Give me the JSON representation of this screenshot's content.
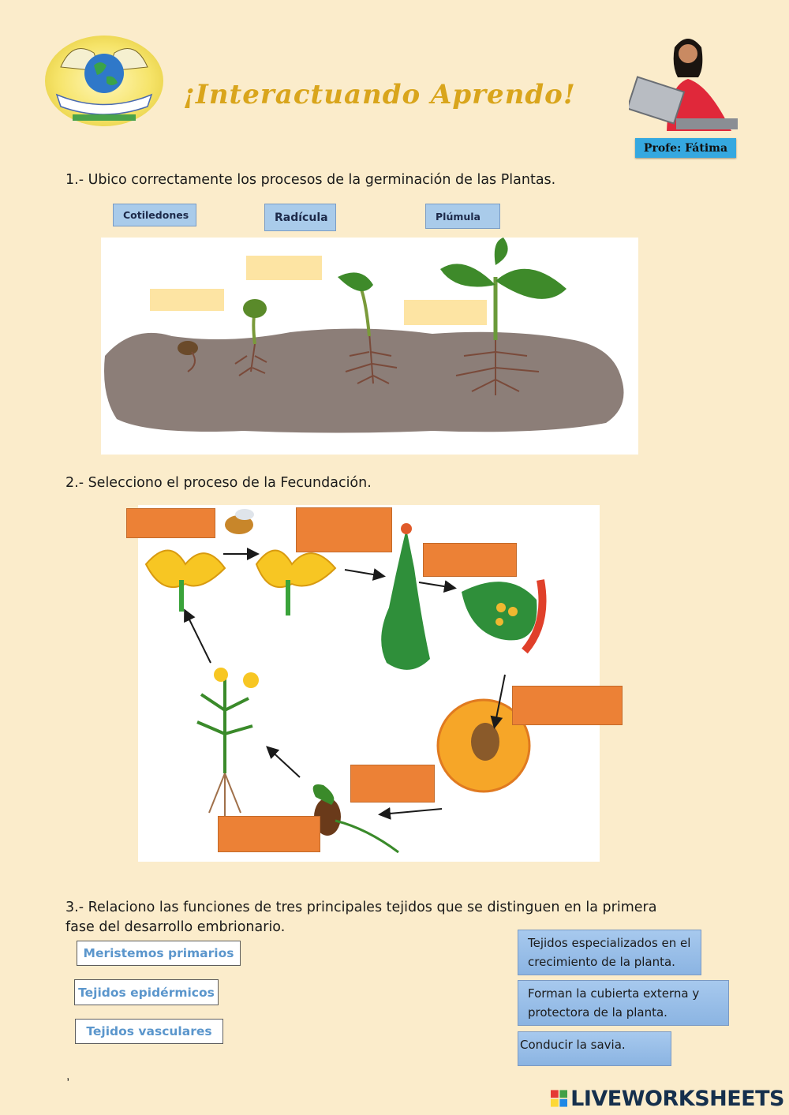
{
  "header": {
    "title": "¡Interactuando Aprendo!",
    "teacher_badge": "Profe: Fátima"
  },
  "section1": {
    "question": "1.- Ubico correctamente los procesos de la germinación de las Plantas.",
    "labels": [
      "Cotiledones",
      "Radícula",
      "Plúmula"
    ]
  },
  "section2": {
    "question": "2.-  Selecciono el proceso de la Fecundación."
  },
  "section3": {
    "question_line1": "3.- Relaciono las funciones de tres principales tejidos que se distinguen en la primera",
    "question_line2": "fase del desarrollo embrionario.",
    "tissues": [
      "Meristemos primarios",
      "Tejidos epidérmicos",
      "Tejidos vasculares"
    ],
    "functions": [
      "Tejidos especializados en el crecimiento de la planta.",
      "Forman la cubierta externa y protectora de la planta.",
      "Conducir la savia."
    ],
    "stray_mark": ","
  },
  "footer": {
    "brand": "LIVEWORKSHEETS",
    "brand_colors": [
      "#e53935",
      "#43a047",
      "#fdd835",
      "#1e88e5"
    ]
  }
}
